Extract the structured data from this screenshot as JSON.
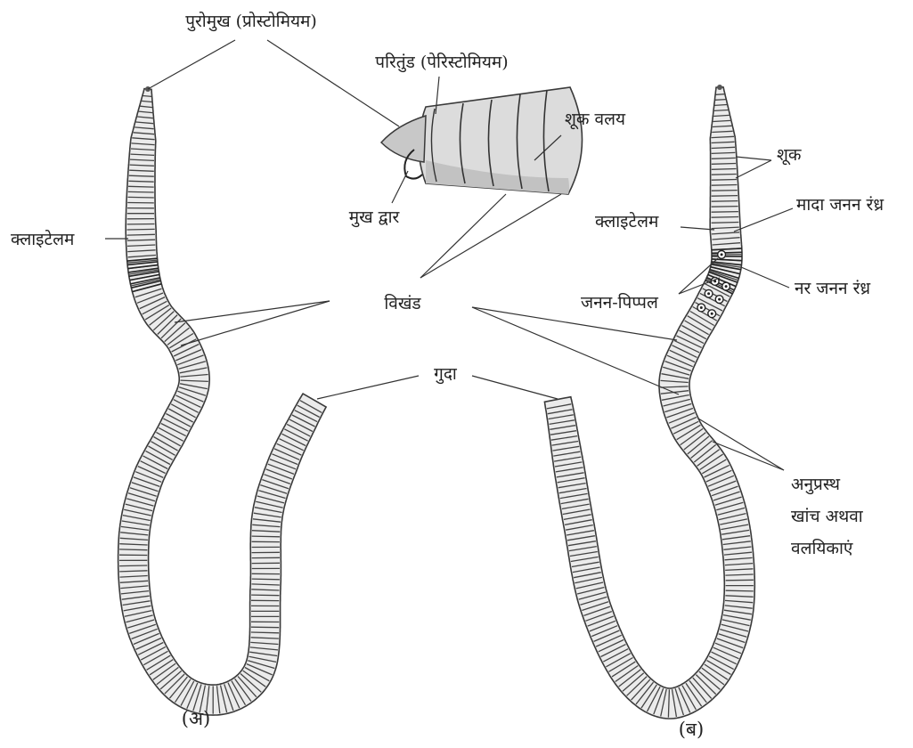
{
  "figure": {
    "caption_a": "(अ)",
    "caption_b": "(ब)"
  },
  "labels": {
    "prostomium": "पुरोमुख (प्रोस्टोमियम)",
    "peristomium": "परितुंड (पेरिस्टोमियम)",
    "setal_ring": "शूक वलय",
    "mouth": "मुख द्वार",
    "clitellum_a": "क्लाइटेलम",
    "segments": "विखंड",
    "anus": "गुदा",
    "setae": "शूक",
    "clitellum_b": "क्लाइटेलम",
    "female_pore": "मादा जनन रंध्र",
    "genital_papillae": "जनन-पिप्पल",
    "male_pore": "नर जनन रंध्र",
    "annuli_line1": "अनुप्रस्थ",
    "annuli_line2": "खांच अथवा",
    "annuli_line3": "वलयिकाएं"
  },
  "colors": {
    "body_fill": "#ebebeb",
    "body_outline": "#3a3a3a",
    "ring_line": "#444444",
    "head_shade": "#cfcfcf"
  }
}
